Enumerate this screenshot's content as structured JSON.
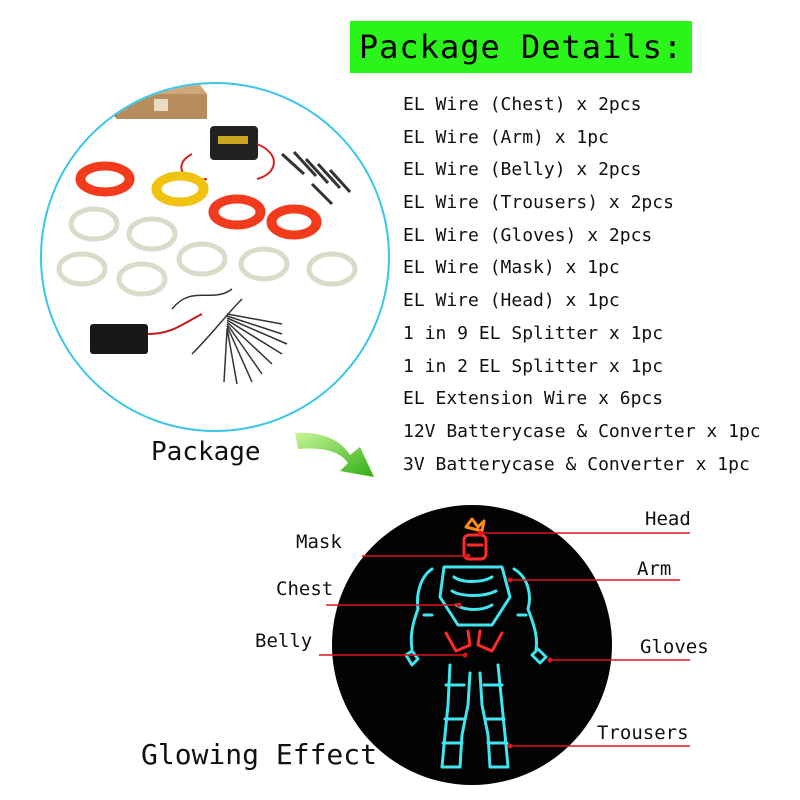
{
  "header": {
    "title": "Package Details:"
  },
  "package_list": [
    "EL Wire (Chest) x 2pcs",
    "EL Wire (Arm) x 1pc",
    "EL Wire (Belly) x 2pcs",
    "EL Wire (Trousers) x 2pcs",
    "EL Wire (Gloves) x 2pcs",
    "EL Wire (Mask) x 1pc",
    "EL Wire (Head) x 1pc",
    "1 in 9 EL Splitter x 1pc",
    "1 in 2 EL Splitter x 1pc",
    "EL Extension Wire x 6pcs",
    "12V Batterycase & Converter x 1pc",
    "3V Batterycase & Converter x 1pc"
  ],
  "package_label": "Package",
  "glowing_label": "Glowing Effect",
  "callouts": {
    "mask": "Mask",
    "chest": "Chest",
    "belly": "Belly",
    "head": "Head",
    "arm": "Arm",
    "gloves": "Gloves",
    "trousers": "Trousers"
  },
  "colors": {
    "title_bg": "#2bf41a",
    "circle_border": "#39c6ea",
    "glow_cyan": "#3fe6ef",
    "glow_red": "#ff2a2a",
    "callout_line": "#e0121a",
    "arrow_green": "#45c91e"
  }
}
